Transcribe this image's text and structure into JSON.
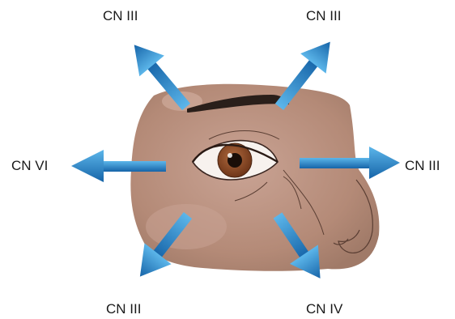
{
  "labels": {
    "top_left": "CN III",
    "top_right": "CN III",
    "left": "CN VI",
    "right": "CN III",
    "bottom_left": "CN III",
    "bottom_right": "CN IV"
  },
  "colors": {
    "skin": "#b48a77",
    "skin_light": "#c9a394",
    "skin_shadow": "#9a7362",
    "outline": "#5a3e33",
    "iris": "#8a4a2a",
    "pupil": "#1a0e08",
    "arrow_light": "#4aa7e0",
    "arrow_dark": "#1664a8",
    "brow": "#2a1f1a"
  }
}
